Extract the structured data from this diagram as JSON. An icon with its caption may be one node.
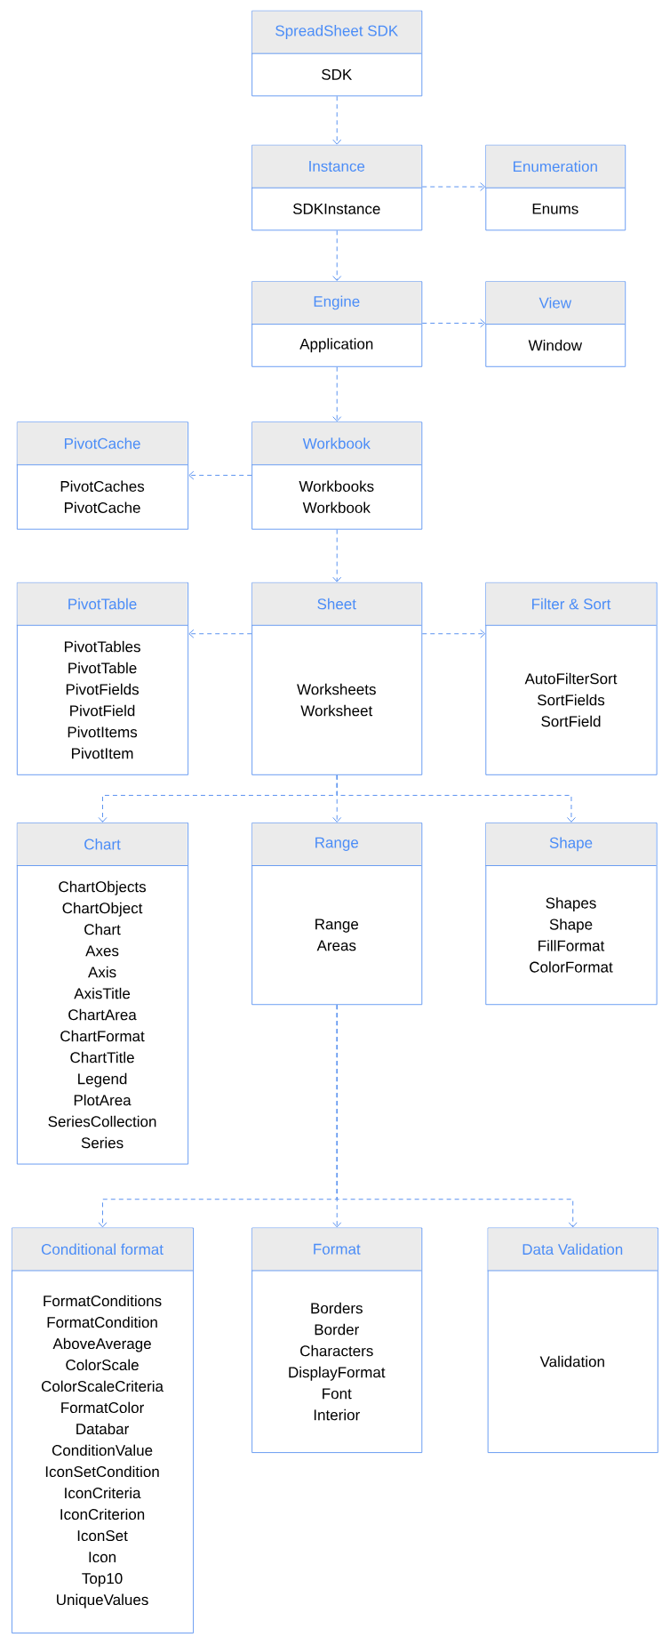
{
  "diagram": {
    "nodes": [
      {
        "text": [
          "SpreadSheet SDK",
          "SDK"
        ]
      },
      {
        "text": [
          "Instance",
          "SDKInstance"
        ]
      },
      {
        "text": [
          "Enumeration",
          "Enums"
        ]
      },
      {
        "text": [
          "Engine",
          "Application"
        ]
      },
      {
        "text": [
          "View",
          "Window"
        ]
      },
      {
        "text": [
          "PivotCache",
          "PivotCaches",
          "PivotCache"
        ]
      },
      {
        "text": [
          "Workbook",
          "Workbooks",
          "Workbook"
        ]
      },
      {
        "text": [
          "PivotTable",
          "PivotTables",
          "PivotTable",
          "PivotFields",
          "PivotField",
          "PivotItems",
          "PivotItem"
        ]
      },
      {
        "text": [
          "Sheet",
          "Worksheets",
          "Worksheet"
        ]
      },
      {
        "text": [
          "Filter & Sort",
          "AutoFilterSort",
          "SortFields",
          "SortField"
        ]
      },
      {
        "text": [
          "Chart",
          "ChartObjects",
          "ChartObject",
          "Chart",
          "Axes",
          "Axis",
          "AxisTitle",
          "ChartArea",
          "ChartFormat",
          "ChartTitle",
          "Legend",
          "PlotArea",
          "SeriesCollection",
          "Series"
        ]
      },
      {
        "text": [
          "Range",
          "Range",
          "Areas"
        ]
      },
      {
        "text": [
          "Shape",
          "Shapes",
          "Shape",
          "FillFormat",
          "ColorFormat"
        ]
      },
      {
        "text": [
          "Conditional format",
          "FormatConditions",
          "FormatCondition",
          "AboveAverage",
          "ColorScale",
          "ColorScaleCriteria",
          "FormatColor",
          "Databar",
          "ConditionValue",
          "IconSetCondition",
          "IconCriteria",
          "IconCriterion",
          "IconSet",
          "Icon",
          "Top10",
          "UniqueValues"
        ]
      },
      {
        "text": [
          "Format",
          "Borders",
          "Border",
          "Characters",
          "DisplayFormat",
          "Font",
          "Interior"
        ]
      },
      {
        "text": [
          "Data Validation",
          "Validation"
        ]
      }
    ],
    "edges": [
      {
        "from": 0,
        "to": 1,
        "arrow": "to",
        "style": "dashed"
      },
      {
        "from": 1,
        "to": 2,
        "arrow": "to",
        "style": "dashed"
      },
      {
        "from": 1,
        "to": 3,
        "arrow": "to",
        "style": "dashed"
      },
      {
        "from": 3,
        "to": 4,
        "arrow": "to",
        "style": "dashed"
      },
      {
        "from": 3,
        "to": 6,
        "arrow": "to",
        "style": "dashed"
      },
      {
        "from": 6,
        "to": 5,
        "arrow": "to",
        "style": "dashed"
      },
      {
        "from": 6,
        "to": 8,
        "arrow": "to",
        "style": "dashed"
      },
      {
        "from": 8,
        "to": 7,
        "arrow": "to",
        "style": "dashed"
      },
      {
        "from": 8,
        "to": 9,
        "arrow": "to",
        "style": "dashed"
      },
      {
        "from": 8,
        "to": 10,
        "arrow": "to",
        "style": "dashed"
      },
      {
        "from": 8,
        "to": 11,
        "arrow": "to",
        "style": "dashed"
      },
      {
        "from": 8,
        "to": 12,
        "arrow": "to",
        "style": "dashed"
      },
      {
        "from": 11,
        "to": 13,
        "arrow": "to",
        "style": "dashed"
      },
      {
        "from": 11,
        "to": 14,
        "arrow": "to",
        "style": "dashed"
      },
      {
        "from": 11,
        "to": 15,
        "arrow": "to",
        "style": "dashed"
      }
    ]
  }
}
